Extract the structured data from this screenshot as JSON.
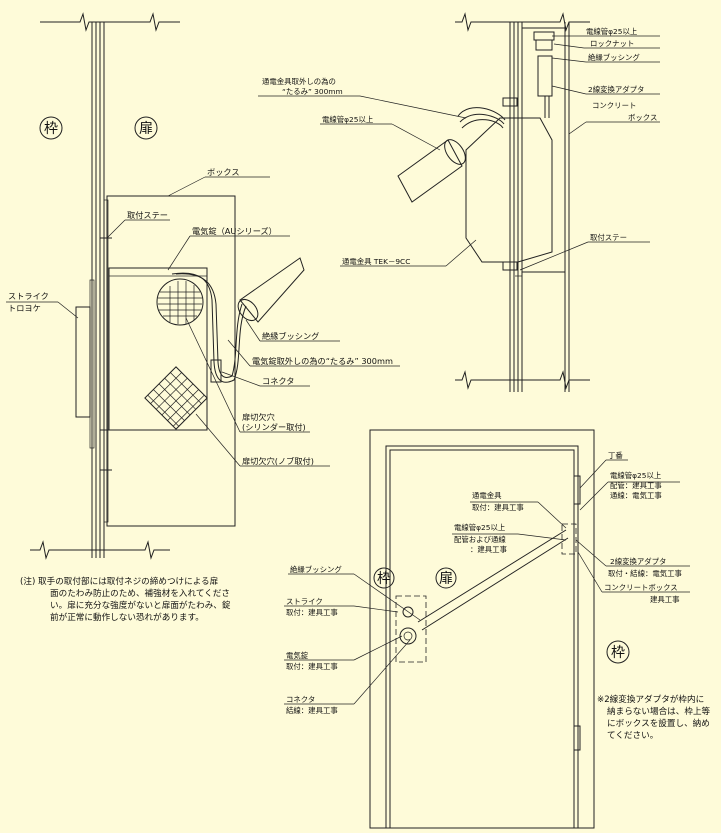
{
  "labels": {
    "frame": "枠",
    "door": "扉",
    "box": "ボックス",
    "mount_stay": "取付ステー",
    "electric_lock": "電気錠（AUシリーズ）",
    "strike": "ストライク",
    "strike_sub": "トロヨケ",
    "insulation_bushing": "絶縁ブッシング",
    "lock_slack": "電気錠取外しの為の“たるみ” 300mm",
    "connector": "コネクタ",
    "cutout_cylinder_1": "扉切欠穴",
    "cutout_cylinder_2": "(シリンダー取付)",
    "cutout_knob": "扉切欠穴(ノブ取付)",
    "conduit_top": "電線管φ25以上",
    "lock_nut": "ロックナット",
    "bushing_top": "絶縁ブッシング",
    "adapter_top": "2線変換アダプタ",
    "concrete_1": "コンクリート",
    "concrete_2": "ボックス",
    "slack_top_1": "通電金具取外しの為の",
    "slack_top_2": "“たるみ” 300mm",
    "conduit_mid": "電線管φ25以上",
    "tek": "通電金具 TEK－9CC",
    "mount_stay_2": "取付ステー",
    "hinge": "丁番",
    "b_conduit_1": "電線管φ25以上",
    "b_conduit_2": "配管：建具工事",
    "b_conduit_3": "通線：電気工事",
    "b_metal_1": "通電金具",
    "b_metal_2": "取付：建具工事",
    "b_conduit2_1": "電線管φ25以上",
    "b_conduit2_2": "配管および通線",
    "b_conduit2_3": "：建具工事",
    "b_adapter_1": "2線変換アダプタ",
    "b_adapter_2": "取付・結線：電気工事",
    "b_concrete_1": "コンクリートボックス",
    "b_concrete_2": "建具工事",
    "b_bushing": "絶縁ブッシング",
    "b_strike_1": "ストライク",
    "b_strike_2": "取付：建具工事",
    "b_lock_1": "電気錠",
    "b_lock_2": "取付：建具工事",
    "b_conn_1": "コネクタ",
    "b_conn_2": "結線：建具工事"
  },
  "note_left": [
    "(注) 取手の取付部には取付ネジの締めつけによる扉",
    "面のたわみ防止のため、補強材を入れてくださ",
    "い。扉に充分な強度がないと扉面がたわみ、錠",
    "前が正常に動作しない恐れがあります。"
  ],
  "note_right": [
    "※2線変換アダプタが枠内に",
    "納まらない場合は、枠上等",
    "にボックスを設置し、納め",
    "てください。"
  ]
}
